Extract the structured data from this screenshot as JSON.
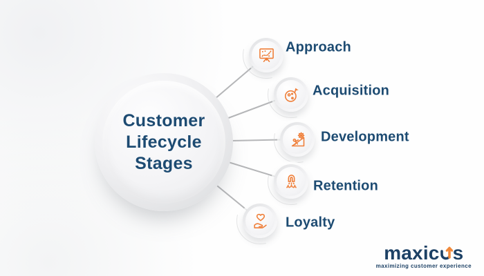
{
  "diagram": {
    "title": "Customer Lifecycle Stages",
    "title_lines": [
      "Customer",
      "Lifecycle",
      "Stages"
    ],
    "stages": [
      {
        "label": "Approach",
        "icon": "strategy-board-icon"
      },
      {
        "label": "Acquisition",
        "icon": "planet-flag-icon"
      },
      {
        "label": "Development",
        "icon": "person-pushing-gear-icon"
      },
      {
        "label": "Retention",
        "icon": "magnet-people-icon"
      },
      {
        "label": "Loyalty",
        "icon": "hand-heart-icon"
      }
    ]
  },
  "branding": {
    "logo_text": "maxicus",
    "logo_prefix": "maxic",
    "logo_suffix": "s",
    "tagline": "maximizing customer experience"
  },
  "colors": {
    "navy_text": "#1d4b72",
    "logo_navy": "#1d4165",
    "accent_orange": "#ef7e38",
    "connector_gray": "#b5b6b8"
  }
}
